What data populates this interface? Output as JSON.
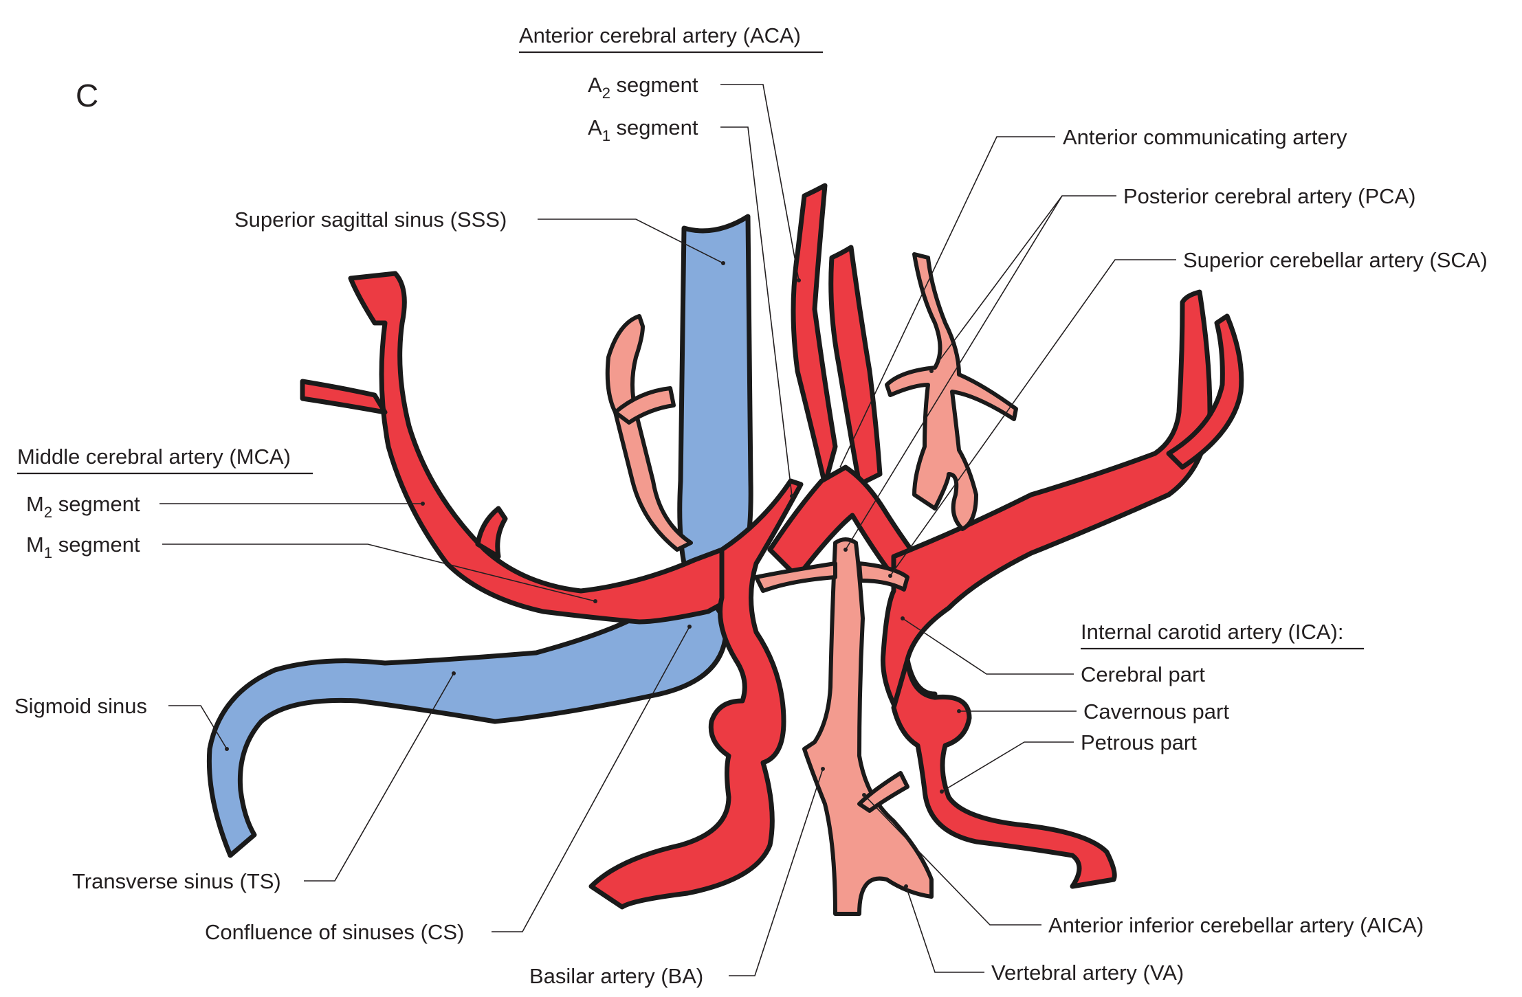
{
  "figure": {
    "panel_letter": "C",
    "colors": {
      "artery": "#ec3b43",
      "artery_pale": "#f39b8f",
      "vein": "#86abdc",
      "outline": "#1a1a1a",
      "text": "#231f20"
    }
  },
  "groups": {
    "aca": {
      "title": "Anterior cerebral artery (ACA)",
      "items": [
        {
          "prefix": "A",
          "subscript": "2",
          "text": " segment"
        },
        {
          "prefix": "A",
          "subscript": "1",
          "text": " segment"
        }
      ]
    },
    "mca": {
      "title": "Middle cerebral artery (MCA)",
      "items": [
        {
          "prefix": "M",
          "subscript": "2",
          "text": " segment"
        },
        {
          "prefix": "M",
          "subscript": "1",
          "text": " segment"
        }
      ]
    },
    "ica": {
      "title": "Internal carotid artery (ICA):",
      "items": [
        "Cerebral part",
        "Cavernous part",
        "Petrous part"
      ]
    }
  },
  "labels": {
    "anterior_communicating": "Anterior communicating artery",
    "pca": "Posterior cerebral artery (PCA)",
    "sca": "Superior cerebellar artery (SCA)",
    "sss": "Superior sagittal sinus (SSS)",
    "sigmoid": "Sigmoid sinus",
    "ts": "Transverse sinus (TS)",
    "cs": "Confluence of sinuses (CS)",
    "ba": "Basilar artery (BA)",
    "aica": "Anterior inferior cerebellar artery (AICA)",
    "va": "Vertebral artery (VA)"
  }
}
